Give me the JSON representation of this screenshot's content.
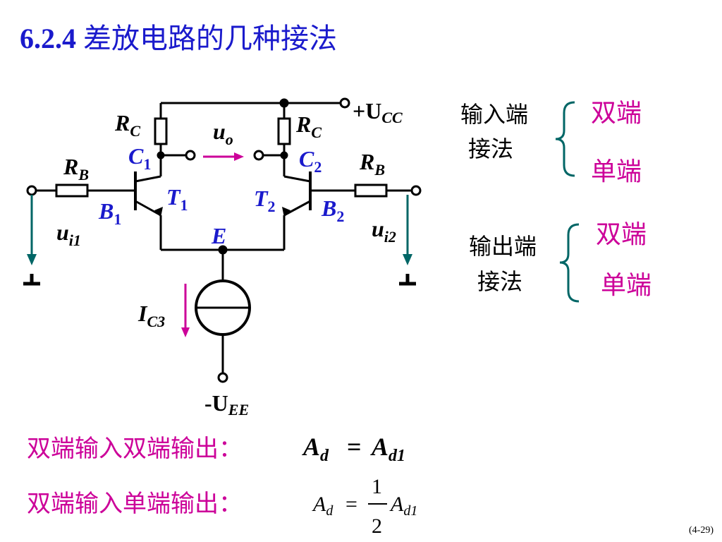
{
  "title": {
    "number": "6.2.4",
    "text": "差放电路的几种接法"
  },
  "circuit": {
    "supply_pos": "+U",
    "supply_pos_sub": "CC",
    "supply_neg": "-U",
    "supply_neg_sub": "EE",
    "rc": "R",
    "rc_sub": "C",
    "rb": "R",
    "rb_sub": "B",
    "c1": "C",
    "c1_sub": "1",
    "c2": "C",
    "c2_sub": "2",
    "b1": "B",
    "b1_sub": "1",
    "b2": "B",
    "b2_sub": "2",
    "t1": "T",
    "t1_sub": "1",
    "t2": "T",
    "t2_sub": "2",
    "e": "E",
    "uo": "u",
    "uo_sub": "o",
    "ui1": "u",
    "ui1_sub": "i1",
    "ui2": "u",
    "ui2_sub": "i2",
    "ic3": "I",
    "ic3_sub": "C3"
  },
  "input_group": {
    "label_line1": "输入端",
    "label_line2": "接法",
    "opt1": "双端",
    "opt2": "单端"
  },
  "output_group": {
    "label_line1": "输出端",
    "label_line2": "接法",
    "opt1": "双端",
    "opt2": "单端"
  },
  "formula1": {
    "label": "双端输入双端输出：",
    "lhs": "A",
    "lhs_sub": "d",
    "eq": "=",
    "rhs": "A",
    "rhs_sub": "d1"
  },
  "formula2": {
    "label": "双端输入单端输出：",
    "lhs": "A",
    "lhs_sub": "d",
    "eq": "=",
    "num": "1",
    "den": "2",
    "rhs": "A",
    "rhs_sub": "d1"
  },
  "page_number": "(4-29)",
  "colors": {
    "title": "#1a1acc",
    "blue_label": "#1a1acc",
    "magenta": "#cc0099",
    "teal": "#006666",
    "black": "#000000"
  }
}
